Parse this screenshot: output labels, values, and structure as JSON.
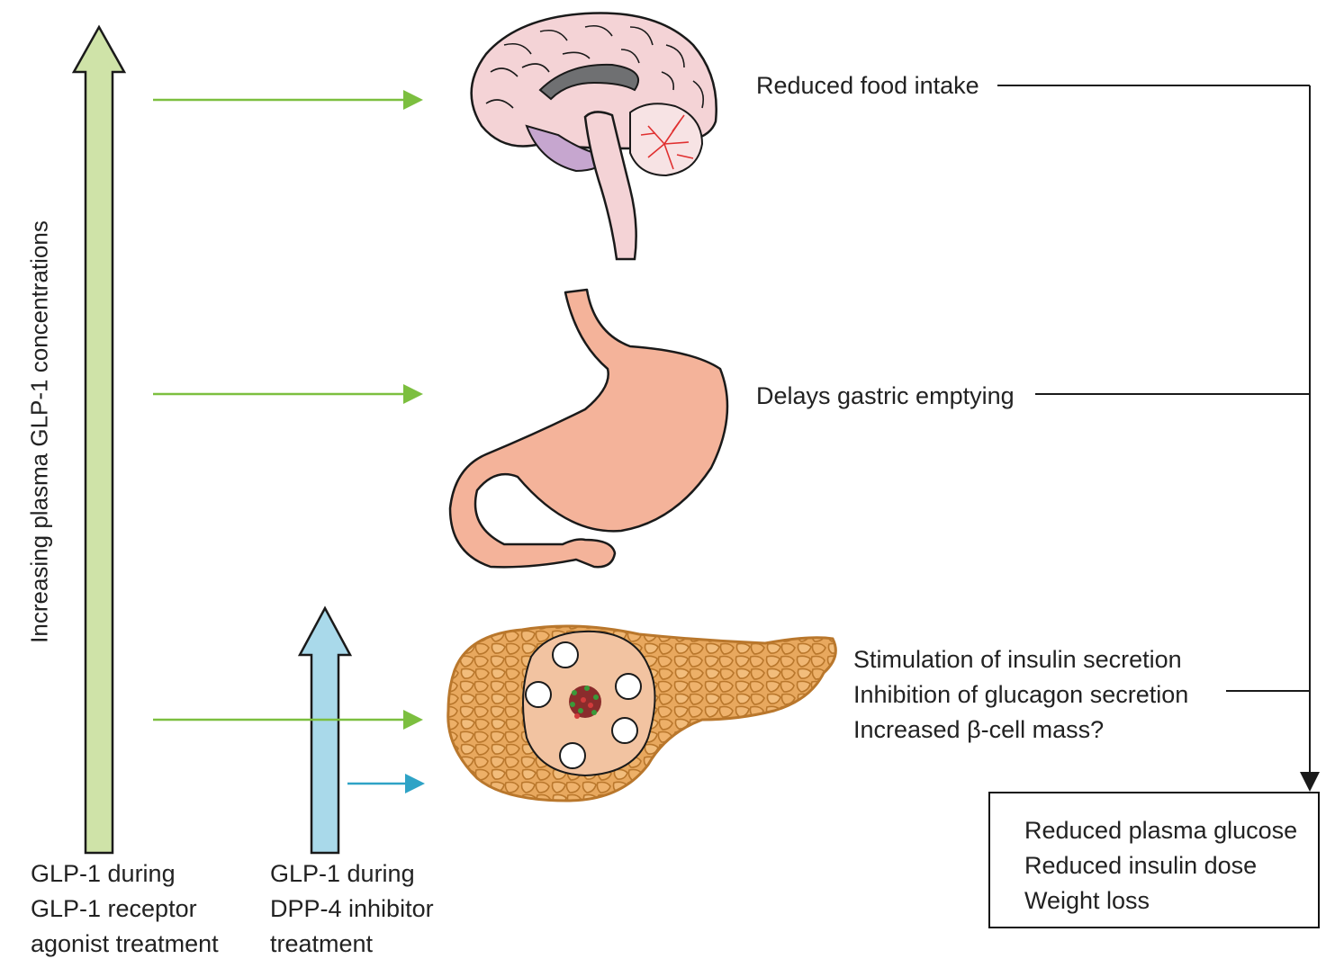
{
  "vertical_label": "Increasing plasma GLP-1 concentrations",
  "treatments": [
    {
      "id": "agonist",
      "lines": [
        "GLP-1 during",
        "GLP-1 receptor",
        "agonist treatment"
      ],
      "color": "#cfe3a8"
    },
    {
      "id": "dpp4",
      "lines": [
        "GLP-1 during",
        "DPP-4 inhibitor",
        "treatment"
      ],
      "color": "#a9d9ea"
    }
  ],
  "organs": [
    {
      "id": "brain",
      "icon": "brain-icon",
      "effects": [
        "Reduced food intake"
      ]
    },
    {
      "id": "stomach",
      "icon": "stomach-icon",
      "effects": [
        "Delays gastric emptying"
      ]
    },
    {
      "id": "pancreas",
      "icon": "pancreas-icon",
      "effects": [
        "Stimulation of insulin secretion",
        "Inhibition of glucagon secretion",
        "Increased β-cell mass?"
      ]
    }
  ],
  "outcomes": [
    "Reduced plasma glucose",
    "Reduced insulin dose",
    "Weight loss"
  ],
  "colors": {
    "green_arrow": "#7cbf3f",
    "blue_arrow": "#2fa3c6",
    "stomach": "#f4b39a",
    "pancreas": "#e8a85e",
    "brain": "#f4d3d6"
  }
}
